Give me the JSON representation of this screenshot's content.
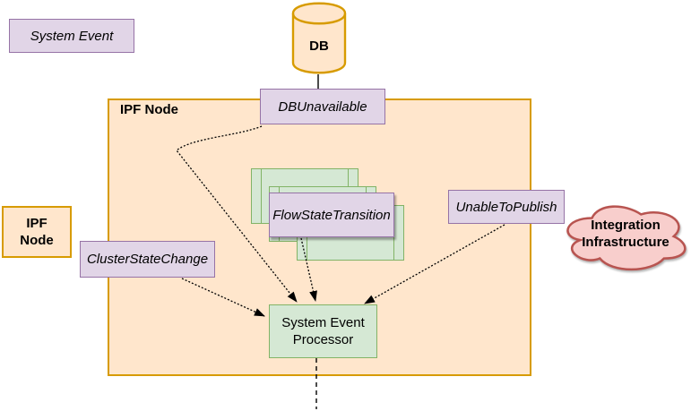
{
  "diagram": {
    "legend": {
      "system_event": "System Event",
      "ipf_node_line1": "IPF",
      "ipf_node_line2": "Node"
    },
    "database": {
      "label": "DB"
    },
    "ipf_container": {
      "label": "IPF Node"
    },
    "events": {
      "db_unavailable": "DBUnavailable",
      "flow_state_transition": "FlowStateTransition",
      "unable_to_publish": "UnableToPublish",
      "cluster_state_change": "ClusterStateChange"
    },
    "processor": {
      "line1": "System Event",
      "line2": "Processor"
    },
    "integration_cloud": {
      "line1": "Integration",
      "line2": "Infrastructure"
    },
    "colors": {
      "event_fill": "#E1D5E7",
      "event_stroke": "#9673A6",
      "node_fill": "#FFE6CC",
      "node_stroke": "#D79B00",
      "process_fill": "#D5E8D4",
      "process_stroke": "#82B366",
      "cloud_fill": "#F8CECC",
      "cloud_stroke": "#B85450",
      "connector": "#000000"
    }
  }
}
